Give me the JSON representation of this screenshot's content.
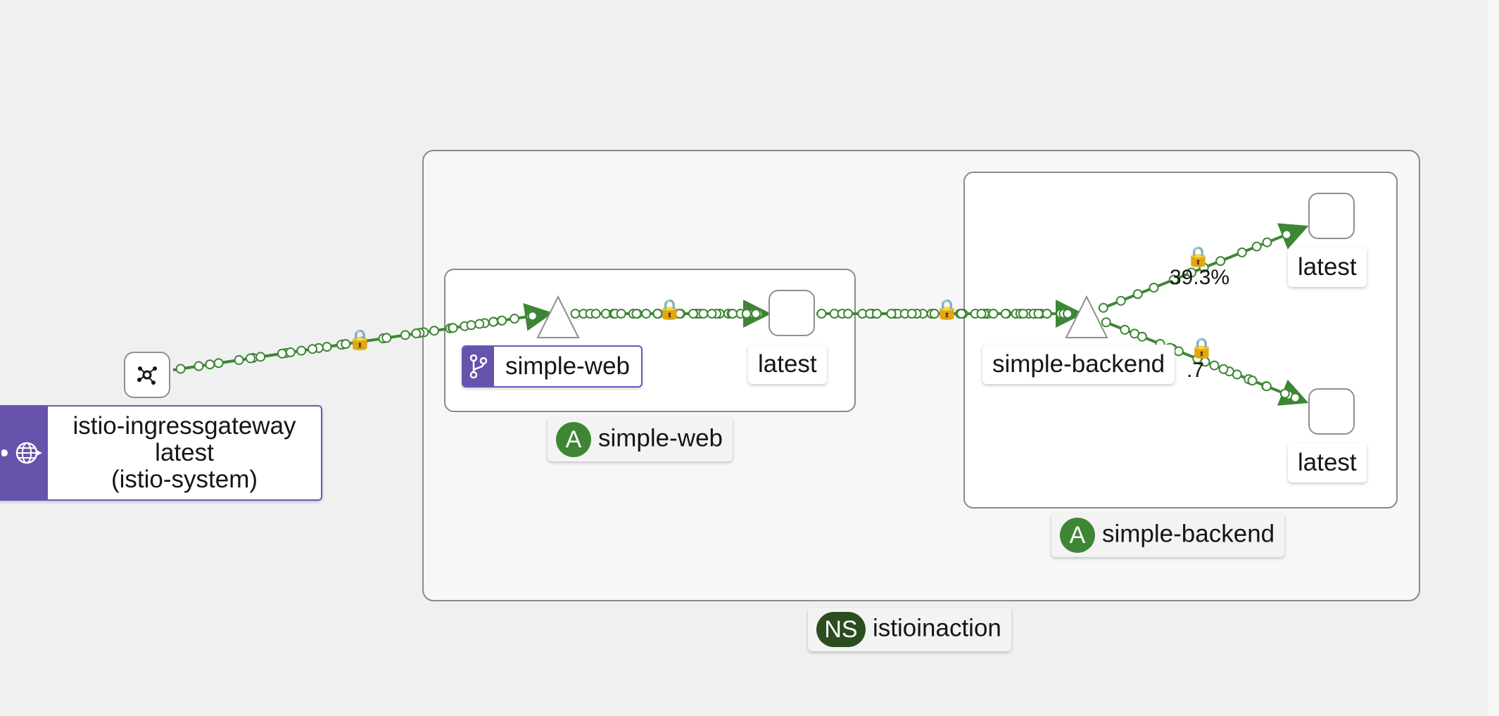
{
  "namespace": {
    "badge": "NS",
    "name": "istioinaction"
  },
  "apps": [
    {
      "badge": "A",
      "name": "simple-web"
    },
    {
      "badge": "A",
      "name": "simple-backend"
    }
  ],
  "services": {
    "web": {
      "name": "simple-web"
    },
    "backend": {
      "name": "simple-backend"
    }
  },
  "workloads": {
    "web_version": "latest",
    "backend_version_1": "latest",
    "backend_version_2": "latest"
  },
  "ingress": {
    "name": "istio-ingressgateway",
    "version": "latest",
    "namespace": "(istio-system)"
  },
  "edges": {
    "backend_split_1": "39.3%",
    "backend_split_2": ".7"
  },
  "colors": {
    "edge": "#3e8635",
    "badge_app": "#3e8635",
    "badge_ns": "#2b4d1f",
    "gateway_purple": "#6753ac"
  },
  "icons": [
    "virtual-service-icon",
    "gateway-icon",
    "globe-icon",
    "lock-icon",
    "network-icon"
  ]
}
